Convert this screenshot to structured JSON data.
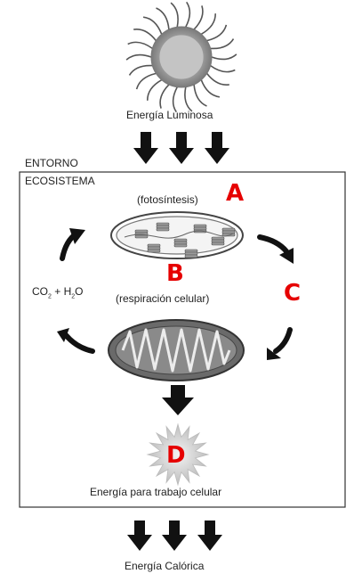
{
  "labels": {
    "sun": "Energía Luminosa",
    "entorno": "ENTORNO",
    "ecosistema": "ECOSISTEMA",
    "fotosintesis": "(fotosíntesis)",
    "respiracion": "(respiración celular)",
    "co2_prefix": "CO",
    "co2_sub": "2",
    "co2_mid": " + H",
    "h2o_sub": "2",
    "co2_suffix": "O",
    "trabajo": "Energía para trabajo celular",
    "calorica": "Energía Calórica"
  },
  "markers": {
    "a": "A",
    "b": "B",
    "c": "C",
    "d": "D"
  },
  "colors": {
    "marker_red": "#e60000",
    "arrow_black": "#111111",
    "mitochondrion_gray": "#666666",
    "burst_gray": "#cfcfcf"
  }
}
